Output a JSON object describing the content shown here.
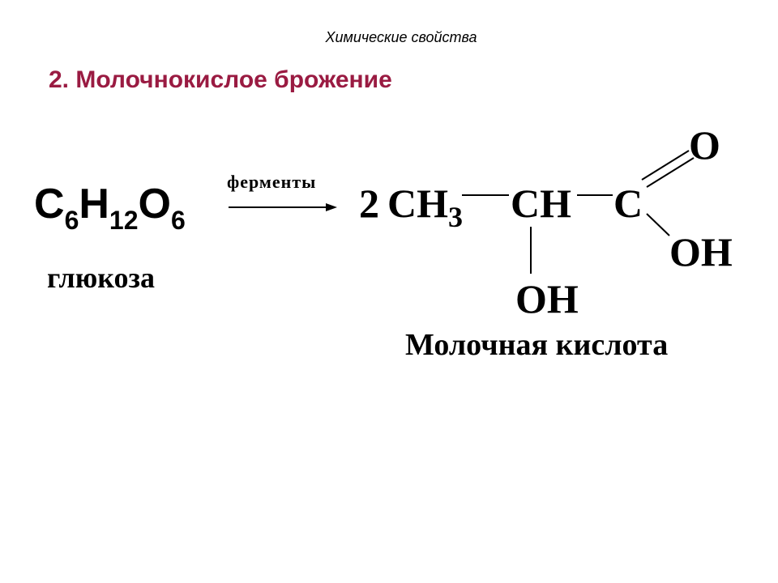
{
  "slide": {
    "subtitle": "Химические свойства",
    "heading": "2. Молочнокислое брожение",
    "heading_color": "#9a1b42"
  },
  "reaction": {
    "reactant": {
      "formula_main": [
        "C",
        "H",
        "O"
      ],
      "formula_subs": [
        "6",
        "12",
        "6"
      ],
      "name": "глюкоза"
    },
    "arrow_label": "ферменты",
    "coefficient": "2",
    "product": {
      "group1": "CH",
      "group1_sub": "3",
      "group2": "CH",
      "group3": "C",
      "carbonyl_o": "O",
      "acid_oh": "OH",
      "hydroxyl_oh": "OH",
      "name": "Молочная кислота"
    }
  }
}
